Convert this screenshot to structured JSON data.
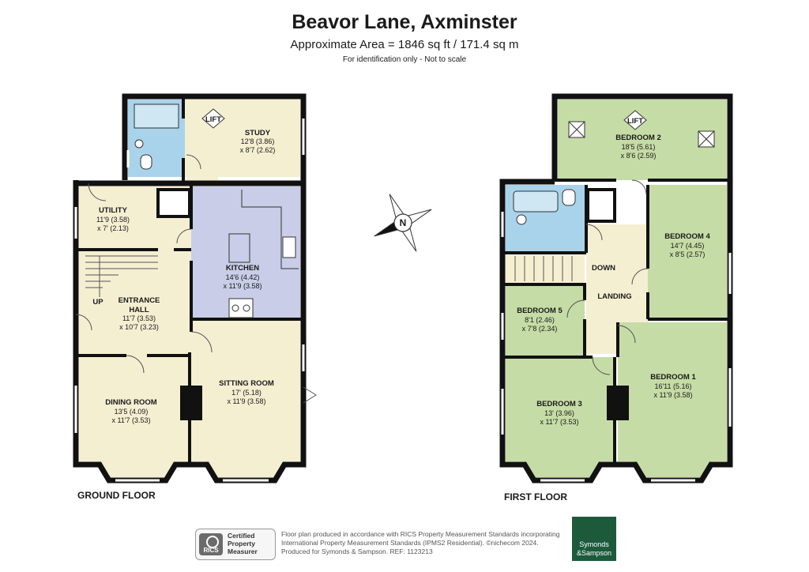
{
  "header": {
    "title": "Beavor Lane, Axminster",
    "area": "Approximate Area = 1846 sq ft / 171.4 sq m",
    "note": "For identification only - Not to scale"
  },
  "colors": {
    "wall": "#111111",
    "floor_ground": "#f5efd2",
    "kitchen": "#c9cde8",
    "bathroom": "#a9d3ea",
    "floor_first": "#c6dca6",
    "landing": "#f5efd2"
  },
  "ground_floor": {
    "label": "GROUND FLOOR",
    "study": {
      "name": "STUDY",
      "dim1": "12'8 (3.86)",
      "dim2": "x 8'7 (2.62)"
    },
    "lift": "LIFT",
    "utility": {
      "name": "UTILITY",
      "dim1": "11'9 (3.58)",
      "dim2": "x 7' (2.13)"
    },
    "kitchen": {
      "name": "KITCHEN",
      "dim1": "14'6 (4.42)",
      "dim2": "x 11'9 (3.58)"
    },
    "entrance": {
      "name1": "ENTRANCE",
      "name2": "HALL",
      "dim1": "11'7 (3.53)",
      "dim2": "x 10'7 (3.23)"
    },
    "up": "UP",
    "sitting": {
      "name": "SITTING ROOM",
      "dim1": "17' (5.18)",
      "dim2": "x 11'9 (3.58)"
    },
    "dining": {
      "name": "DINING ROOM",
      "dim1": "13'5 (4.09)",
      "dim2": "x 11'7 (3.53)"
    }
  },
  "first_floor": {
    "label": "FIRST FLOOR",
    "bedroom2": {
      "name": "BEDROOM 2",
      "dim1": "18'5 (5.61)",
      "dim2": "x 8'6 (2.59)"
    },
    "lift": "LIFT",
    "bedroom4": {
      "name": "BEDROOM 4",
      "dim1": "14'7 (4.45)",
      "dim2": "x 8'5 (2.57)"
    },
    "down": "DOWN",
    "landing": "LANDING",
    "bedroom5": {
      "name": "BEDROOM 5",
      "dim1": "8'1 (2.46)",
      "dim2": "x 7'8 (2.34)"
    },
    "bedroom3": {
      "name": "BEDROOM 3",
      "dim1": "13' (3.96)",
      "dim2": "x 11'7 (3.53)"
    },
    "bedroom1": {
      "name": "BEDROOM 1",
      "dim1": "16'11 (5.16)",
      "dim2": "x 11'9 (3.58)"
    }
  },
  "compass": {
    "letter": "N"
  },
  "footer": {
    "rics_logo": "RICS",
    "rics_line1": "Certified",
    "rics_line2": "Property",
    "rics_line3": "Measurer",
    "legal1": "Floor plan produced in accordance with RICS Property Measurement Standards incorporating",
    "legal2": "International Property Measurement Standards (IPMS2 Residential). ©nichecom 2024.",
    "legal3": "Produced for Symonds & Sampson.   REF: 1123213",
    "brand1": "Symonds",
    "brand2": "&Sampson"
  }
}
